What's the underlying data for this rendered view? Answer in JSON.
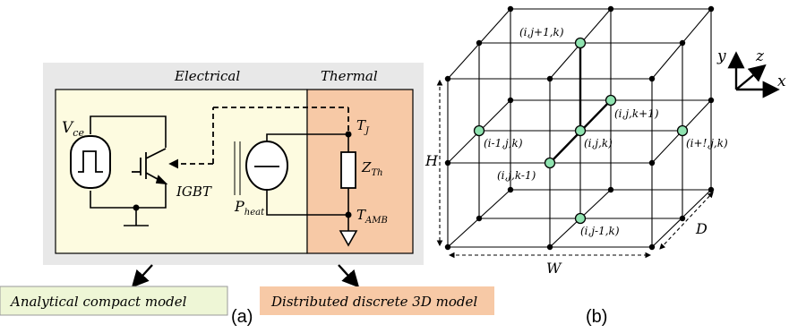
{
  "panel_a": {
    "header_electrical": "Electrical",
    "header_thermal": "Thermal",
    "source_label": "V",
    "source_sub": "ce",
    "device_label": "IGBT",
    "heat_label": "P",
    "heat_sub": "heat",
    "tj_label": "T",
    "tj_sub": "J",
    "zth_label": "Z",
    "zth_sub": "Th",
    "tamb_label": "T",
    "tamb_sub": "AMB",
    "box_left": "Analytical compact model",
    "box_right": "Distributed discrete 3D model",
    "caption": "(a)"
  },
  "panel_b": {
    "node_top": "(i,j+1,k)",
    "node_front": "(i,j,k+1)",
    "node_left": "(i-1,j,k)",
    "node_center": "(i,j,k)",
    "node_right": "(i+!,j,k)",
    "node_back": "(i,j,k-1)",
    "node_bottom": "(i,j-1,k)",
    "dim_h": "H",
    "dim_w": "W",
    "dim_d": "D",
    "axis_y": "y",
    "axis_z": "z",
    "axis_x": "x",
    "caption": "(b)"
  },
  "colors": {
    "electrical_bg": "#fdfbe0",
    "thermal_bg": "#f7c9a6",
    "frame_bg": "#e8e8e8",
    "node_fill": "#8fe3b0"
  }
}
